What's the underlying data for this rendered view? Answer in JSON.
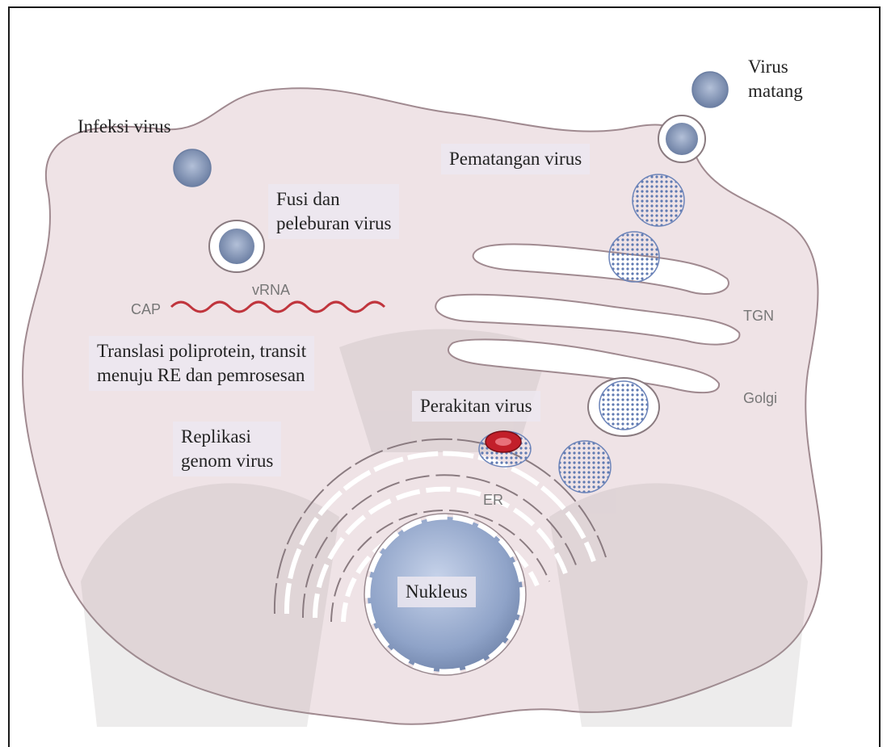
{
  "labels": {
    "virus_matang": "Virus\nmatang",
    "infeksi_virus": "Infeksi virus",
    "pematangan_virus": "Pematangan virus",
    "fusi_peleburan": "Fusi dan\npeleburan virus",
    "cap": "CAP",
    "vrna": "vRNA",
    "tgn": "TGN",
    "translasi": "Translasi poliprotein, transit\nmenuju RE dan pemrosesan",
    "golgi": "Golgi",
    "perakitan_virus": "Perakitan virus",
    "replikasi": "Replikasi\ngenom virus",
    "er": "ER",
    "nukleus": "Nukleus"
  },
  "colors": {
    "cell": "#efe3e6",
    "cell_outline": "#a08a90",
    "virus": "#7f93b5",
    "nucleus": "#8fa3c8",
    "rna": "#c0353d",
    "assembly_core": "#c21f2a"
  }
}
